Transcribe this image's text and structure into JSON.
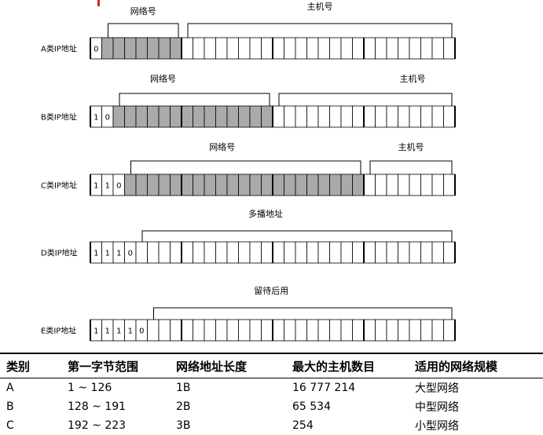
{
  "colors": {
    "shaded": "#aaaaaa",
    "line": "#000000",
    "marker": "#d8202a"
  },
  "classes": [
    {
      "id": "A",
      "label": "A类IP地址",
      "prefix": [
        "0"
      ],
      "net_bits": 7,
      "braces": [
        {
          "label": "网络号"
        },
        {
          "label": "主机号"
        }
      ]
    },
    {
      "id": "B",
      "label": "B类IP地址",
      "prefix": [
        "1",
        "0"
      ],
      "net_bits": 14,
      "braces": [
        {
          "label": "网络号"
        },
        {
          "label": "主机号"
        }
      ]
    },
    {
      "id": "C",
      "label": "C类IP地址",
      "prefix": [
        "1",
        "1",
        "0"
      ],
      "net_bits": 21,
      "braces": [
        {
          "label": "网络号"
        },
        {
          "label": "主机号"
        }
      ]
    },
    {
      "id": "D",
      "label": "D类IP地址",
      "prefix": [
        "1",
        "1",
        "1",
        "0"
      ],
      "net_bits": 0,
      "braces": [
        {
          "label": "多播地址"
        }
      ]
    },
    {
      "id": "E",
      "label": "E类IP地址",
      "prefix": [
        "1",
        "1",
        "1",
        "1",
        "0"
      ],
      "net_bits": 0,
      "braces": [
        {
          "label": "留待后用"
        }
      ]
    }
  ],
  "table": {
    "headers": [
      "类别",
      "第一字节范围",
      "网络地址长度",
      "最大的主机数目",
      "适用的网络规模"
    ],
    "rows": [
      [
        "A",
        "1 ~ 126",
        "1B",
        "16 777 214",
        "大型网络"
      ],
      [
        "B",
        "128 ~ 191",
        "2B",
        "65 534",
        "中型网络"
      ],
      [
        "C",
        "192 ~ 223",
        "3B",
        "254",
        "小型网络"
      ]
    ]
  }
}
